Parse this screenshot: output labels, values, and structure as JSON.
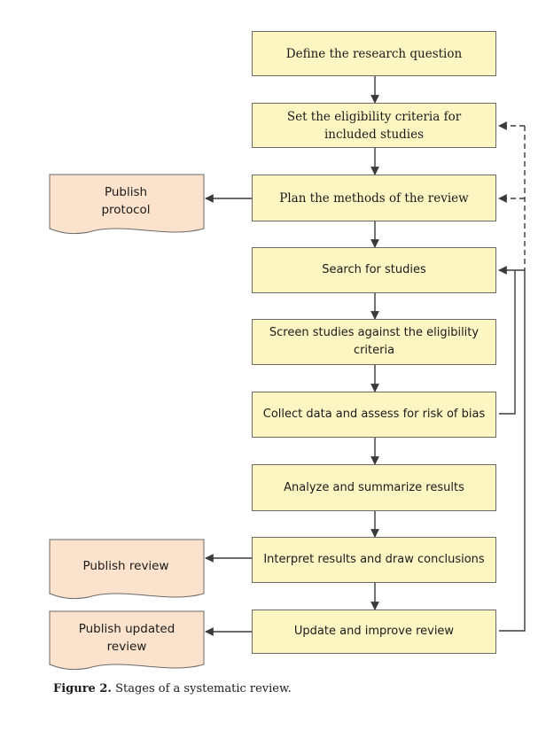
{
  "colors": {
    "stage_fill": "#fdf5c2",
    "publish_fill": "#fbe2cc",
    "border": "#6a6a6a",
    "arrow": "#3a3a3a"
  },
  "stages": [
    "Define the research question",
    "Set the eligibility criteria for included studies",
    "Plan the methods of the review",
    "Search for studies",
    "Screen studies against the eligibility criteria",
    "Collect data and assess for risk of bias",
    "Analyze and summarize results",
    "Interpret results and draw conclusions",
    "Update and improve review"
  ],
  "publish": {
    "protocol": "Publish protocol",
    "review": "Publish review",
    "updated": "Publish updated review"
  },
  "caption": {
    "label": "Figure 2.",
    "text": " Stages of a systematic review."
  }
}
